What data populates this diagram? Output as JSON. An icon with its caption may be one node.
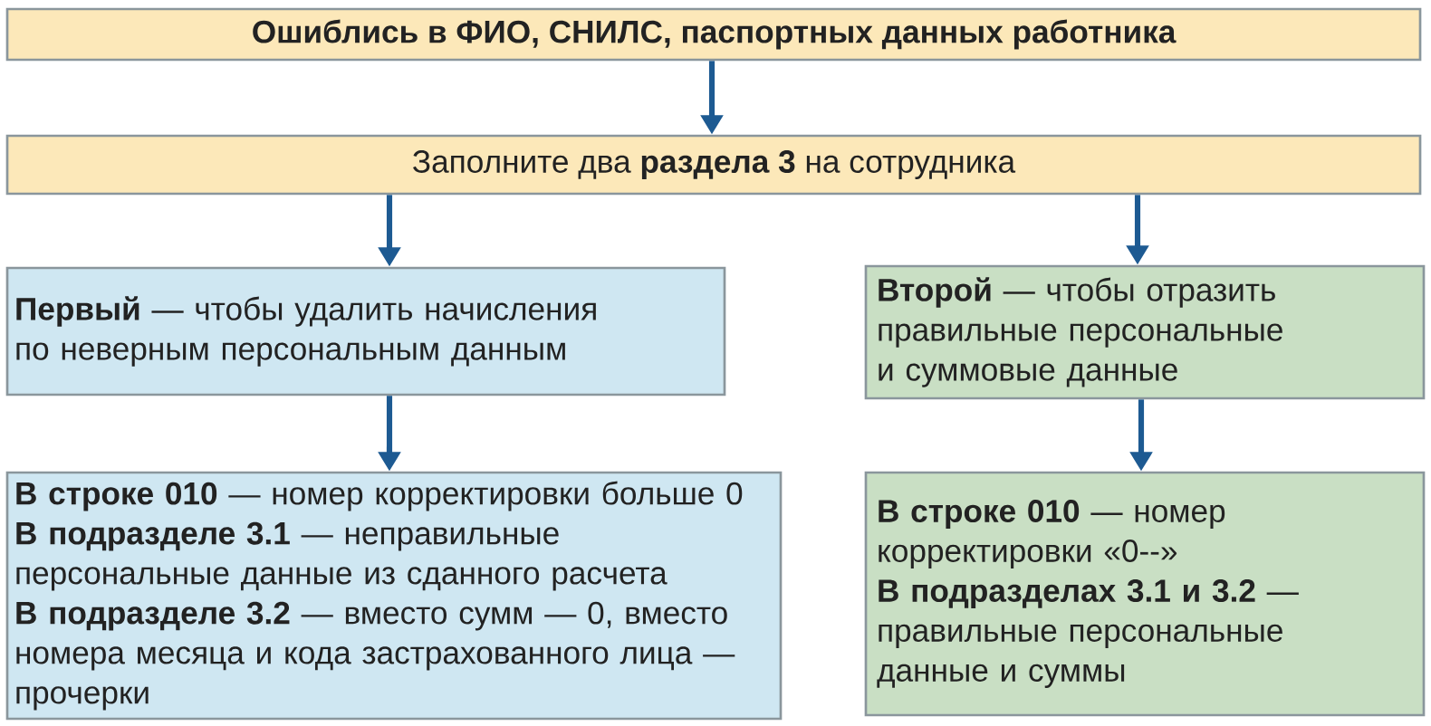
{
  "diagram": {
    "nodes": [
      {
        "text": [
          "Ошиблись в ФИО, СНИЛС, паспортных данных работника"
        ]
      },
      {
        "text": [
          "Заполните два **раздела 3** на сотрудника"
        ]
      },
      {
        "text": [
          "**Первый** — чтобы удалить начисления по неверным персональным данным"
        ]
      },
      {
        "text": [
          "**Второй** — чтобы отразить правильные персональные и суммовые данные"
        ]
      },
      {
        "text": [
          "**В строке 010** — номер корректировки больше 0",
          "**В подразделе 3.1** — неправильные персональные данные из сданного расчета",
          "**В подразделе 3.2** — вместо сумм — 0, вместо номера месяца и кода застрахованного лица — прочерки"
        ]
      },
      {
        "text": [
          "**В строке 010** — номер корректировки «0--»",
          "**В подразделах 3.1 и 3.2** — правильные персональные данные и суммы"
        ]
      }
    ],
    "edges": [
      {
        "from": 0,
        "to": 1,
        "arrow": "to"
      },
      {
        "from": 1,
        "to": 2,
        "arrow": "to"
      },
      {
        "from": 1,
        "to": 3,
        "arrow": "to"
      },
      {
        "from": 2,
        "to": 4,
        "arrow": "to"
      },
      {
        "from": 3,
        "to": 5,
        "arrow": "to"
      }
    ]
  }
}
